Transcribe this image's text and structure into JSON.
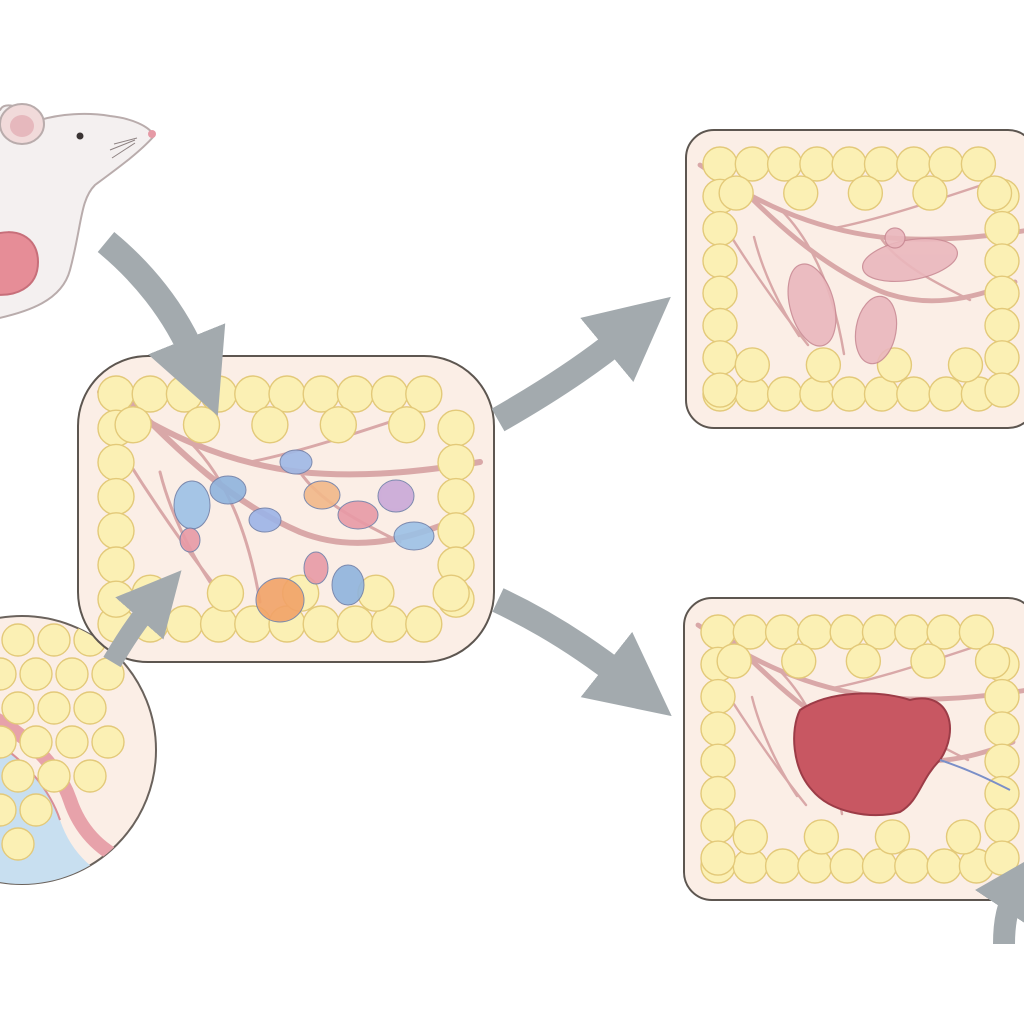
{
  "diagram": {
    "colors": {
      "background": "#ffffff",
      "panel_fill": "#fbeee6",
      "panel_stroke": "#5d5650",
      "adipocyte_fill": "#fbf0b4",
      "adipocyte_stroke": "#e3c979",
      "vessel": "#d9a8a8",
      "arrow": "#a3aaae",
      "mouse_body": "#f4f0f0",
      "mouse_outline": "#b9acac",
      "organ_pink": "#e68d97",
      "tumor": "#c85762",
      "blue_fluid": "#c8dff0"
    },
    "panels": [
      {
        "id": "center",
        "role": "stroma-with-mixed-cells"
      },
      {
        "id": "top-right",
        "role": "stroma-with-elongated-cells"
      },
      {
        "id": "bottom-right",
        "role": "stroma-with-tumor-mass"
      }
    ],
    "arrows": [
      {
        "from": "mouse",
        "to": "center"
      },
      {
        "from": "inset",
        "to": "center"
      },
      {
        "from": "center",
        "to": "top-right"
      },
      {
        "from": "center",
        "to": "bottom-right"
      },
      {
        "from": "offscreen",
        "to": "bottom-right"
      }
    ]
  }
}
